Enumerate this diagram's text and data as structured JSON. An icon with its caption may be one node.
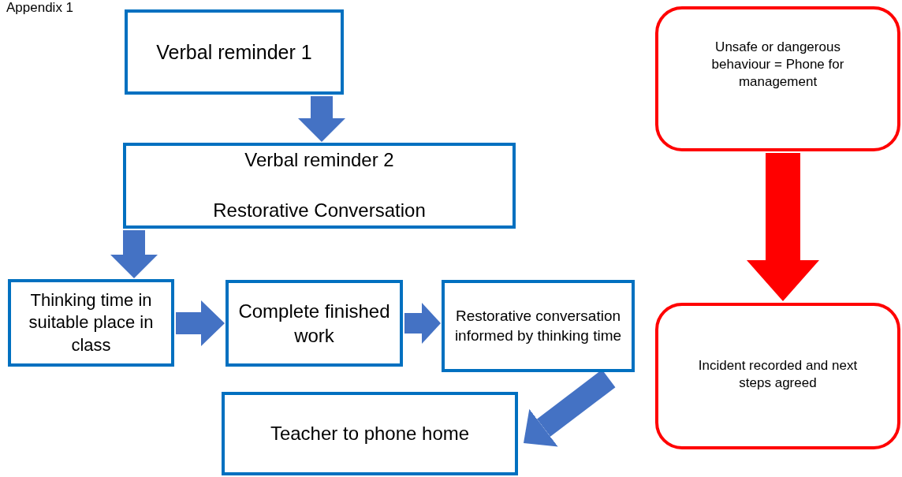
{
  "diagram": {
    "title": "Appendix 1",
    "nodes": [
      {
        "text": [
          "Verbal reminder 1"
        ]
      },
      {
        "text": [
          "Verbal reminder 2",
          "Restorative Conversation"
        ]
      },
      {
        "text": [
          "Thinking time in suitable place in class"
        ]
      },
      {
        "text": [
          "Complete finished work"
        ]
      },
      {
        "text": [
          "Restorative conversation informed by thinking time"
        ]
      },
      {
        "text": [
          "Teacher to phone home"
        ]
      },
      {
        "text": [
          "Unsafe or dangerous behaviour = Phone for management"
        ]
      },
      {
        "text": [
          "Incident recorded and next steps agreed"
        ]
      }
    ],
    "edges": [
      {
        "from": 0,
        "to": 1,
        "arrow": "to"
      },
      {
        "from": 1,
        "to": 2,
        "arrow": "to"
      },
      {
        "from": 2,
        "to": 3,
        "arrow": "to"
      },
      {
        "from": 3,
        "to": 4,
        "arrow": "to"
      },
      {
        "from": 4,
        "to": 5,
        "arrow": "to"
      },
      {
        "from": 6,
        "to": 7,
        "arrow": "to",
        "color": "#ff0000"
      }
    ]
  }
}
